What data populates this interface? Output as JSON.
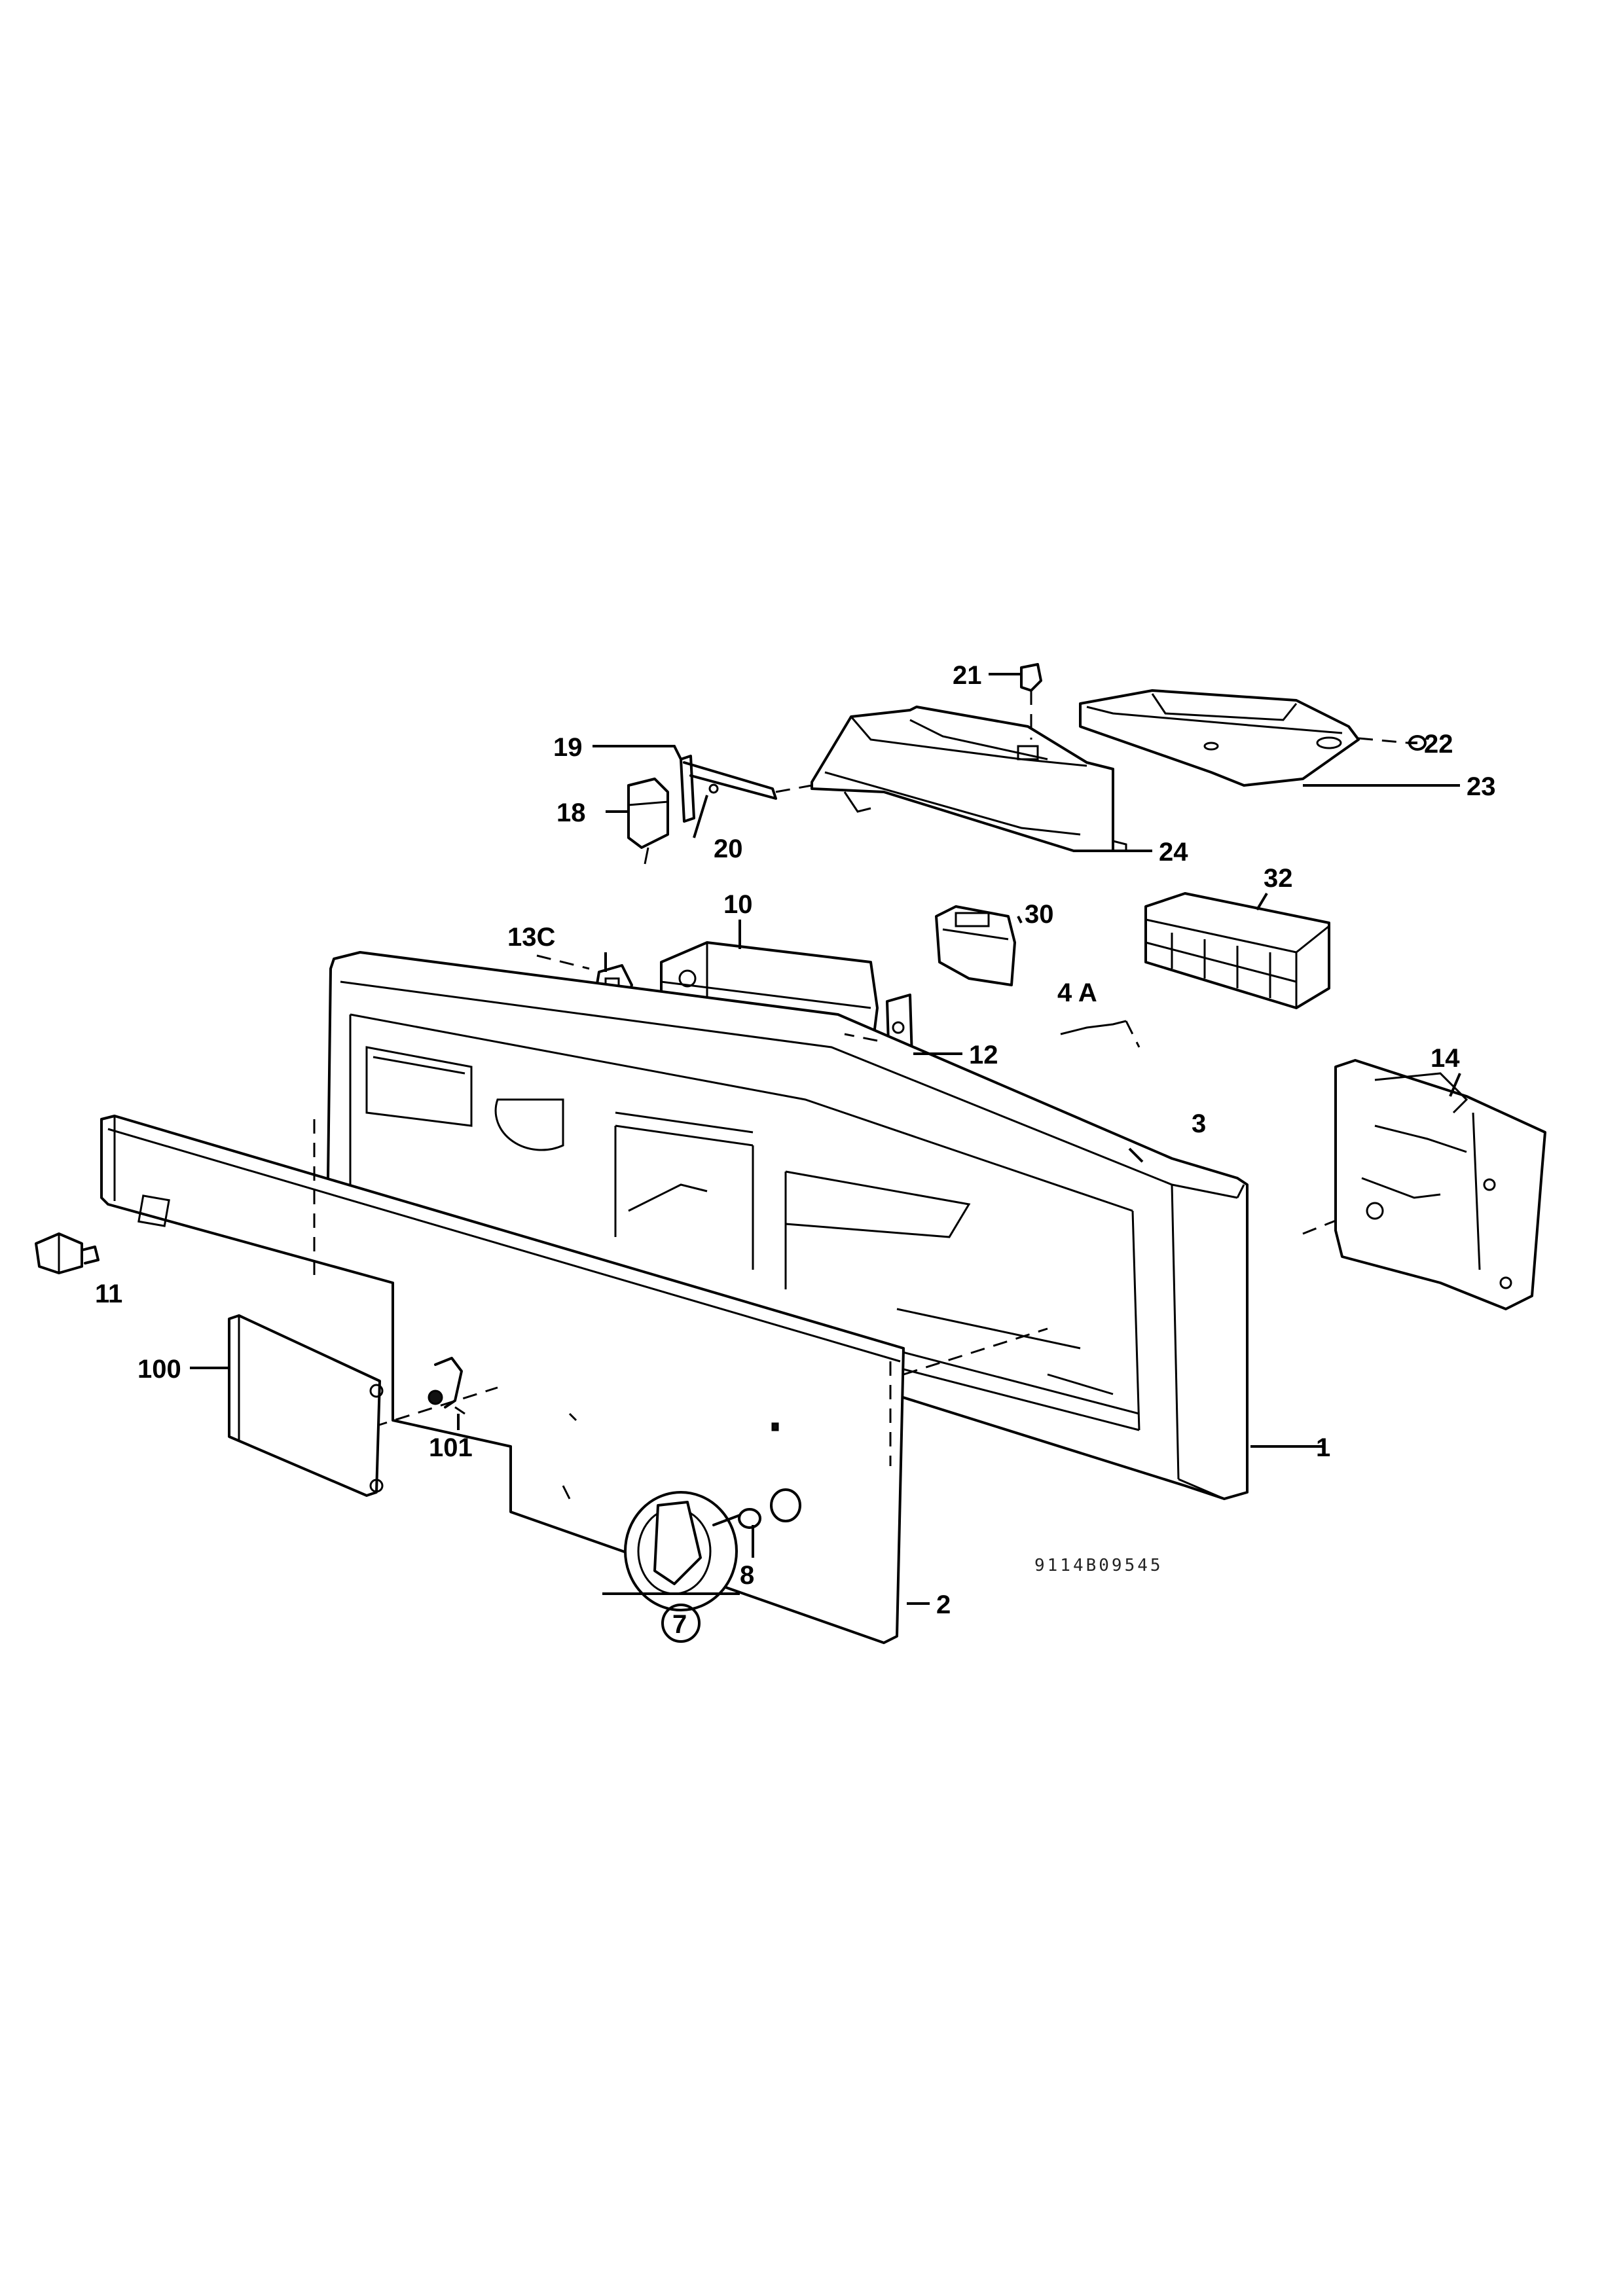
{
  "callouts": {
    "c1": "1",
    "c2": "2",
    "c3": "3",
    "c4a": "4 A",
    "c7": "7",
    "c8": "8",
    "c10": "10",
    "c11": "11",
    "c12": "12",
    "c13c": "13C",
    "c14": "14",
    "c18": "18",
    "c19": "19",
    "c20": "20",
    "c21": "21",
    "c22": "22",
    "c23": "23",
    "c24": "24",
    "c30": "30",
    "c32": "32",
    "c100": "100",
    "c101": "101"
  },
  "drawing_code": "9114B09545"
}
